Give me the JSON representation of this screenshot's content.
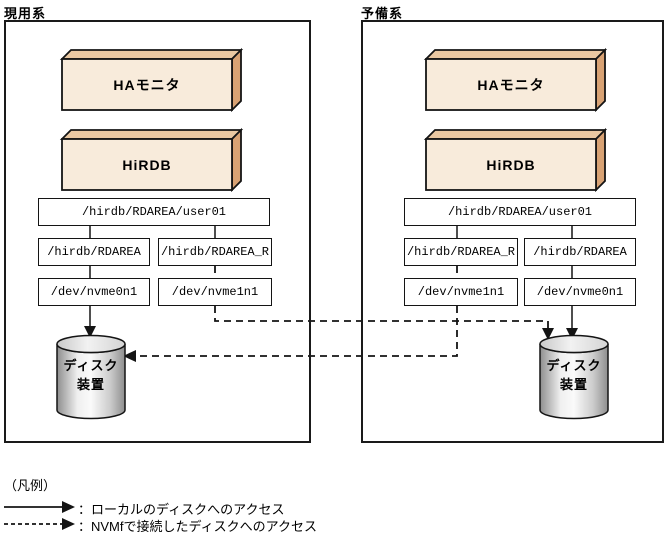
{
  "systems": [
    {
      "label": "現用系",
      "ha_monitor_label": "HAモニタ",
      "hirdb_label": "HiRDB",
      "rdarea_path": "/hirdb/RDAREA/user01",
      "links": [
        "/hirdb/RDAREA",
        "/hirdb/RDAREA_R"
      ],
      "devices": [
        "/dev/nvme0n1",
        "/dev/nvme1n1"
      ],
      "disk_label_line1": "ディスク",
      "disk_label_line2": "装置"
    },
    {
      "label": "予備系",
      "ha_monitor_label": "HAモニタ",
      "hirdb_label": "HiRDB",
      "rdarea_path": "/hirdb/RDAREA/user01",
      "links": [
        "/hirdb/RDAREA_R",
        "/hirdb/RDAREA"
      ],
      "devices": [
        "/dev/nvme1n1",
        "/dev/nvme0n1"
      ],
      "disk_label_line1": "ディスク",
      "disk_label_line2": "装置"
    }
  ],
  "legend": {
    "title": "（凡例）",
    "items": [
      {
        "line_style": "solid",
        "label": "：ローカルのディスクへのアクセス"
      },
      {
        "line_style": "dashed",
        "label": "：NVMfで接続したディスクへのアクセス"
      }
    ]
  },
  "colors": {
    "box3d_front": "#F8EBDB",
    "box3d_top": "#EAC8A2",
    "box3d_side": "#D8A274",
    "line": "#141414",
    "disk_edge": "#8E8E8E",
    "disk_center": "#FAFAFA",
    "disk_top": "#E9E9E9"
  }
}
